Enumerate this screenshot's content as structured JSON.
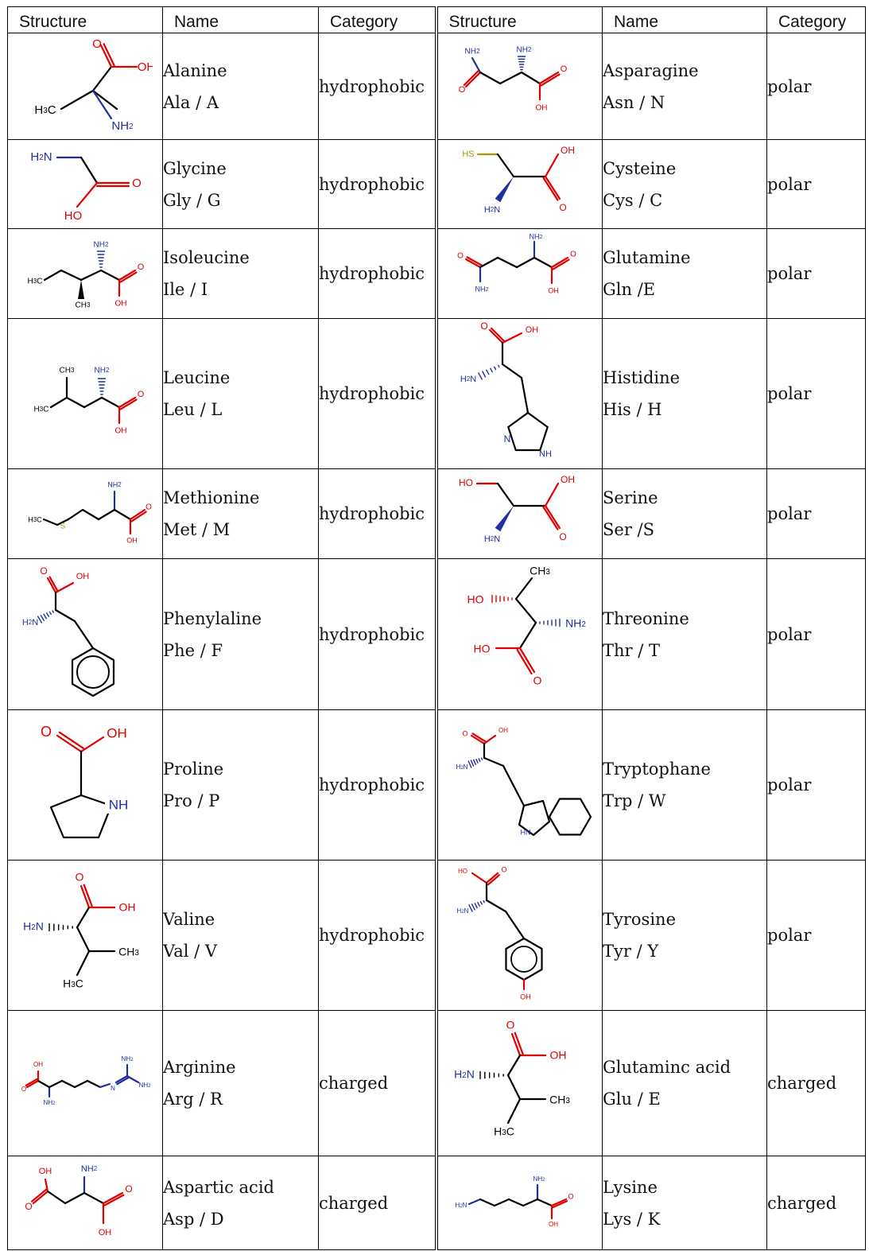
{
  "headers": [
    "Structure",
    "Name",
    "Category",
    "Structure",
    "Name",
    "Category"
  ],
  "colors": {
    "oxygen": "#e00000",
    "nitrogen": "#1f2fa0",
    "sulfur": "#a89a00",
    "bond": "#000000"
  },
  "rows": [
    [
      {
        "name": "Alanine",
        "code": "Ala / A",
        "category": "hydrophobic",
        "s": "ala"
      },
      {
        "name": "Asparagine",
        "code": "Asn / N",
        "category": "polar",
        "s": "asn"
      }
    ],
    [
      {
        "name": "Glycine",
        "code": "Gly / G",
        "category": "hydrophobic",
        "s": "gly"
      },
      {
        "name": "Cysteine",
        "code": "Cys / C",
        "category": "polar",
        "s": "cys"
      }
    ],
    [
      {
        "name": "Isoleucine",
        "code": "Ile / I",
        "category": "hydrophobic",
        "s": "ile"
      },
      {
        "name": "Glutamine",
        "code": "Gln /E",
        "category": "polar",
        "s": "gln"
      }
    ],
    [
      {
        "name": "Leucine",
        "code": "Leu / L",
        "category": "hydrophobic",
        "s": "leu"
      },
      {
        "name": "Histidine",
        "code": "His / H",
        "category": "polar",
        "s": "his"
      }
    ],
    [
      {
        "name": "Methionine",
        "code": "Met / M",
        "category": "hydrophobic",
        "s": "met"
      },
      {
        "name": "Serine",
        "code": "Ser /S",
        "category": "polar",
        "s": "ser"
      }
    ],
    [
      {
        "name": "Phenylaline",
        "code": "Phe / F",
        "category": "hydrophobic",
        "s": "phe"
      },
      {
        "name": "Threonine",
        "code": "Thr / T",
        "category": "polar",
        "s": "thr"
      }
    ],
    [
      {
        "name": "Proline",
        "code": "Pro / P",
        "category": "hydrophobic",
        "s": "pro"
      },
      {
        "name": "Tryptophane",
        "code": "Trp / W",
        "category": "polar",
        "s": "trp"
      }
    ],
    [
      {
        "name": "Valine",
        "code": "Val / V",
        "category": "hydrophobic",
        "s": "val"
      },
      {
        "name": "Tyrosine",
        "code": "Tyr / Y",
        "category": "polar",
        "s": "tyr"
      }
    ],
    [
      {
        "name": "Arginine",
        "code": "Arg / R",
        "category": "charged",
        "s": "arg"
      },
      {
        "name": "Glutaminc acid",
        "code": "Glu / E",
        "category": "charged",
        "s": "glu"
      }
    ],
    [
      {
        "name": "Aspartic acid",
        "code": "Asp / D",
        "category": "charged",
        "s": "asp"
      },
      {
        "name": "Lysine",
        "code": "Lys / K",
        "category": "charged",
        "s": "lys"
      }
    ]
  ]
}
